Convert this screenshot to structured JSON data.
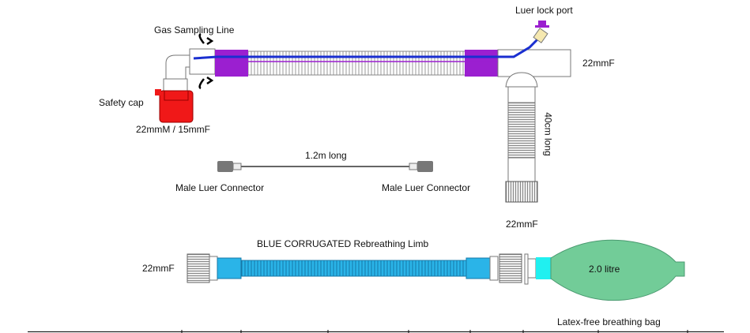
{
  "labels": {
    "luer_lock_port": "Luer lock port",
    "gas_sampling_line": "Gas Sampling Line",
    "safety_cap": "Safety cap",
    "elbow_size": "22mmM / 15mmF",
    "tee_size": "22mmF",
    "limb_length": "40cm long",
    "limb_end_size": "22mmF",
    "sampling_length": "1.2m long",
    "male_luer_left": "Male Luer Connector",
    "male_luer_right": "Male Luer Connector",
    "rebreathing_limb": "BLUE CORRUGATED Rebreathing Limb",
    "rebreathing_end_size": "22mmF",
    "bag_volume": "2.0 litre",
    "bag_label": "Latex-free breathing bag"
  },
  "colors": {
    "purple": "#9b1fd0",
    "sampling_line": "#1a2fd0",
    "safety_cap": "#f01818",
    "rebreathing_tube": "#2ab4e8",
    "bag": "#72cc98",
    "bag_neck": "#20f0f0"
  }
}
